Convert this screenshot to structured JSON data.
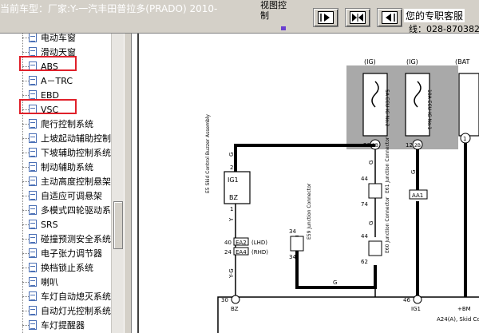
{
  "header": {
    "vehicle_title": "当前车型：厂家:Y-一汽丰田普拉多(PRADO) 2010-",
    "view_control": "视图控制",
    "contact_label": "您的专职客服",
    "phone": "线：028-870382"
  },
  "sidebar": {
    "items": [
      {
        "label": "电动车窗"
      },
      {
        "label": "滑动天窗"
      },
      {
        "label": "ABS"
      },
      {
        "label": "A－TRC"
      },
      {
        "label": "EBD"
      },
      {
        "label": "VSC"
      },
      {
        "label": "爬行控制系统"
      },
      {
        "label": "上坡起动辅助控制"
      },
      {
        "label": "下坡辅助控制系统"
      },
      {
        "label": "制动辅助系统"
      },
      {
        "label": "主动高度控制悬架"
      },
      {
        "label": "自适应可调悬架"
      },
      {
        "label": "多模式四轮驱动系"
      },
      {
        "label": "SRS"
      },
      {
        "label": "碰撞预测安全系统"
      },
      {
        "label": "电子张力调节器"
      },
      {
        "label": "换档锁止系统"
      },
      {
        "label": "喇叭"
      },
      {
        "label": "车灯自动熄灭系统"
      },
      {
        "label": "自动灯光控制系统"
      },
      {
        "label": "车灯提醒器"
      }
    ]
  },
  "diagram": {
    "fuse_labels": [
      "(IG)",
      "(IG)",
      "(BAT"
    ],
    "fuse_names": [
      "5A ECU-IG No.2",
      "10A ECU-IG No.1",
      ""
    ],
    "top_connector_pins": [
      "20",
      "2B",
      "12",
      "2B",
      "1"
    ],
    "buzzer_label": "E5 Skid Control Buzzer Assembly",
    "buzzer_pins": [
      "IG1",
      "BZ"
    ],
    "buzzer_pin_nums": [
      "2",
      "1"
    ],
    "junction_e59": "E59 Junction Connector",
    "junction_e61": "E61 Junction Connector",
    "junction_e60": "E60 Junction Connector",
    "e59_pins": [
      "34",
      "34"
    ],
    "e61_pins": [
      "44",
      "74"
    ],
    "e60_pins": [
      "44",
      "62"
    ],
    "ea_connectors": [
      {
        "id": "EA2",
        "pin": "40",
        "note": "(LHD)"
      },
      {
        "id": "EA4",
        "pin": "24",
        "note": "(RHD)"
      }
    ],
    "aa1": "AA1",
    "wire_colors": [
      "G",
      "G",
      "G",
      "G",
      "G",
      "Y-G",
      "Y"
    ],
    "ecu_pins": [
      {
        "num": "30",
        "id": "A24",
        "name": "BZ"
      },
      {
        "num": "46",
        "id": "A24",
        "name": "IG1"
      },
      {
        "num": "",
        "id": "",
        "name": "+BM"
      }
    ],
    "ecu_label": "A24(A), Skid Con"
  }
}
